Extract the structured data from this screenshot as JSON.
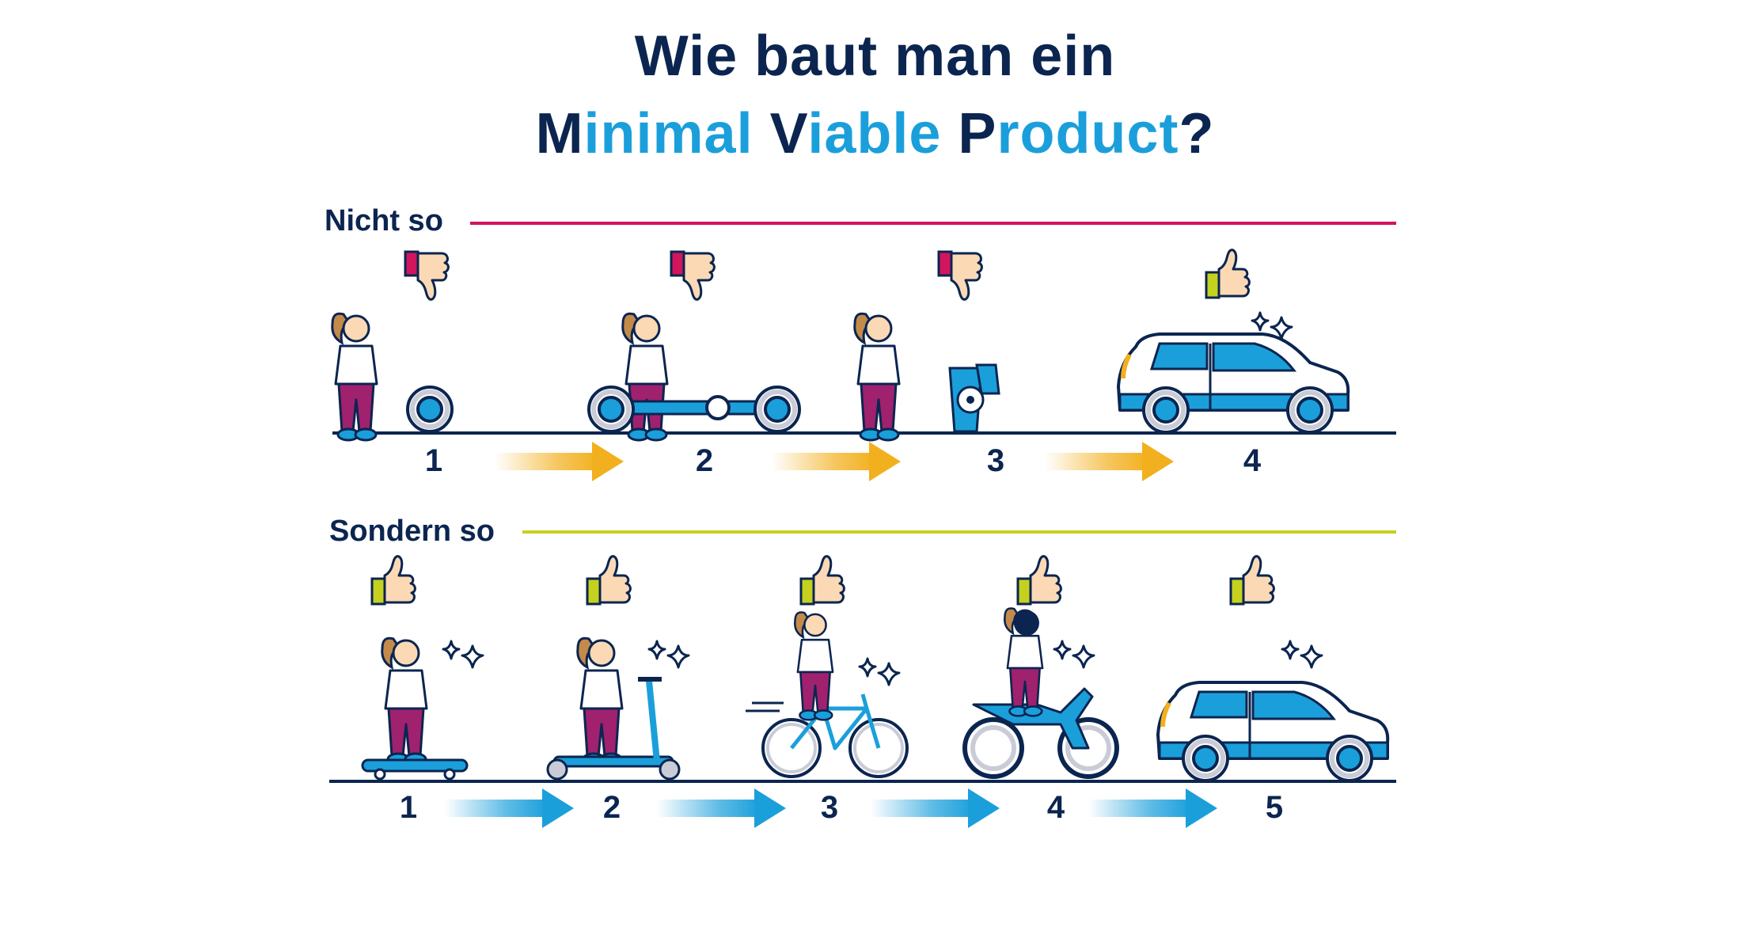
{
  "title": {
    "line1": "Wie baut man ein",
    "line2": [
      {
        "text": "M",
        "style": "dark"
      },
      {
        "text": "inimal ",
        "style": "light"
      },
      {
        "text": "V",
        "style": "dark"
      },
      {
        "text": "iable ",
        "style": "light"
      },
      {
        "text": "P",
        "style": "dark"
      },
      {
        "text": "roduct",
        "style": "light"
      },
      {
        "text": "?",
        "style": "dark"
      }
    ]
  },
  "colors": {
    "navy": "#0b2550",
    "blue": "#1b9fdb",
    "magenta": "#d1155f",
    "lime": "#c5d11f",
    "orange": "#f2b01e",
    "purple": "#a0216e"
  },
  "sections": {
    "wrong": {
      "label": "Nicht so",
      "steps": [
        {
          "number": "1",
          "item": "wheel",
          "feedback": "thumbs-down-icon"
        },
        {
          "number": "2",
          "item": "chassis",
          "feedback": "thumbs-down-icon"
        },
        {
          "number": "3",
          "item": "engine-parts",
          "feedback": "thumbs-down-icon"
        },
        {
          "number": "4",
          "item": "car",
          "feedback": "thumbs-up-icon"
        }
      ]
    },
    "right": {
      "label": "Sondern so",
      "steps": [
        {
          "number": "1",
          "item": "skateboard",
          "feedback": "thumbs-up-icon"
        },
        {
          "number": "2",
          "item": "scooter",
          "feedback": "thumbs-up-icon"
        },
        {
          "number": "3",
          "item": "bicycle",
          "feedback": "thumbs-up-icon"
        },
        {
          "number": "4",
          "item": "motorcycle",
          "feedback": "thumbs-up-icon"
        },
        {
          "number": "5",
          "item": "car",
          "feedback": "thumbs-up-icon"
        }
      ]
    }
  }
}
